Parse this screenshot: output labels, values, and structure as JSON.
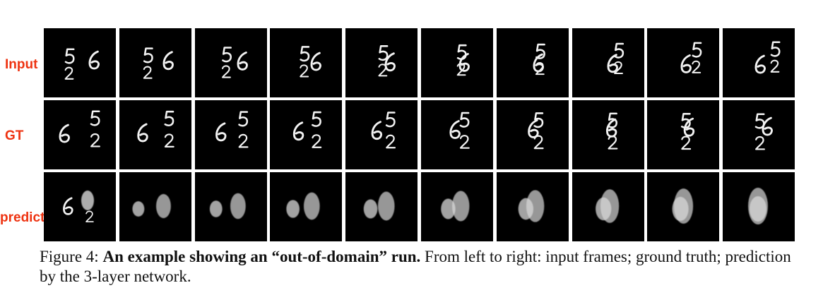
{
  "row_labels": {
    "input": "Input",
    "gt": "GT",
    "predict": "predict"
  },
  "caption": {
    "prefix": "Figure 4:",
    "bold": "An example showing an “out-of-domain” run.",
    "rest": "From left to right: input frames; ground truth; prediction by the 3-layer network."
  },
  "accent_color": "#ee3311"
}
